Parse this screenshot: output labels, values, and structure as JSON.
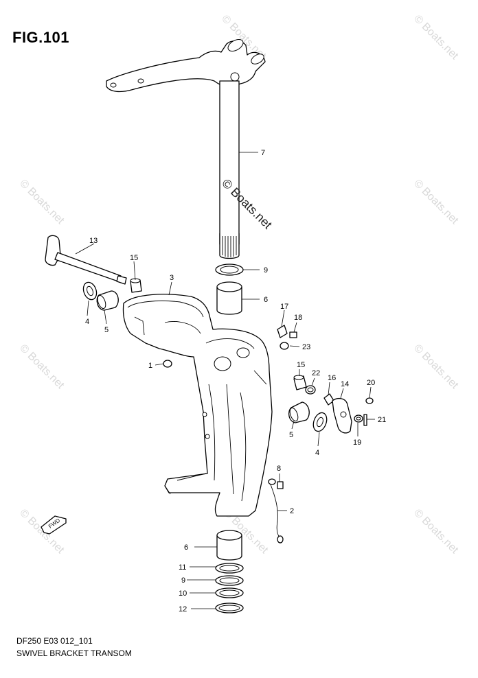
{
  "figure": {
    "title": "FIG.101",
    "code": "DF250 E03 012_101",
    "name": "SWIVEL BRACKET TRANSOM"
  },
  "watermarks": {
    "corner_text": "© Boats.net",
    "center_text": "© Boats.net"
  },
  "fwd_label": "FWD",
  "callouts": [
    "7",
    "13",
    "15",
    "3",
    "9",
    "6",
    "17",
    "18",
    "4",
    "5",
    "23",
    "1",
    "15",
    "22",
    "16",
    "14",
    "20",
    "21",
    "19",
    "5",
    "4",
    "8",
    "2",
    "6",
    "11",
    "9",
    "10",
    "12"
  ]
}
